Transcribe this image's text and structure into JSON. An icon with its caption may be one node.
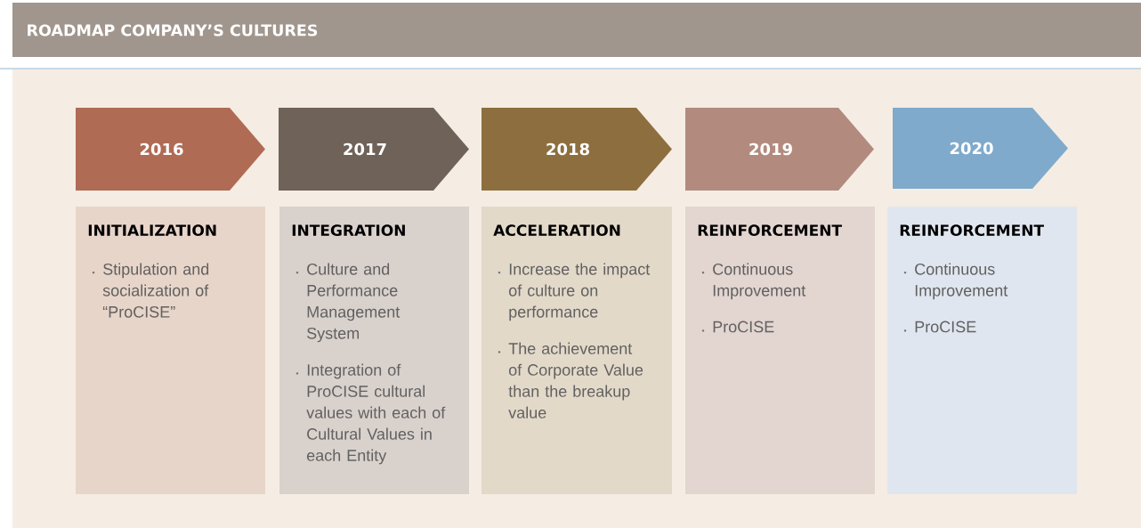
{
  "diagram": {
    "title": "ROADMAP COMPANY’S CULTURES",
    "nodes": [
      {
        "text": [
          "2016"
        ]
      },
      {
        "text": [
          "2017"
        ]
      },
      {
        "text": [
          "2018"
        ]
      },
      {
        "text": [
          "2019"
        ]
      },
      {
        "text": [
          "2020"
        ]
      },
      {
        "text": [
          "INITIALIZATION",
          "Stipulation and socialization of “ProCISE”"
        ]
      },
      {
        "text": [
          "INTEGRATION",
          "Culture and Performance Management System",
          "Integration of ProCISE cultural values with each of Cultural Values in each Entity"
        ]
      },
      {
        "text": [
          "ACCELERATION",
          "Increase the impact of culture on performance",
          "The achievement of Corporate Value than the breakup value"
        ]
      },
      {
        "text": [
          "REINFORCEMENT",
          "Continuous Improvement",
          "ProCISE"
        ]
      },
      {
        "text": [
          "REINFORCEMENT",
          "Continuous Improvement",
          "ProCISE"
        ]
      }
    ]
  }
}
